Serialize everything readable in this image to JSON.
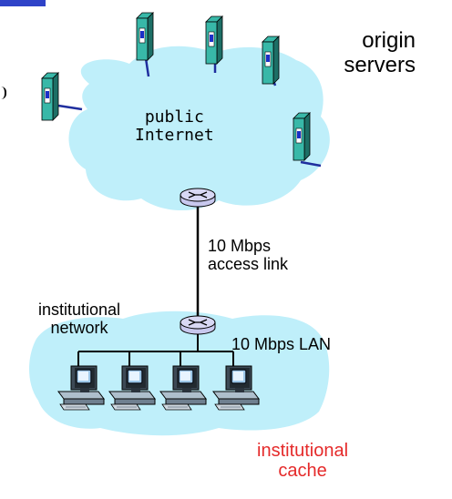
{
  "labels": {
    "origin_servers": [
      "origin",
      "servers"
    ],
    "public_internet": [
      "public",
      "Internet"
    ],
    "access_link": [
      "10 Mbps",
      "access link"
    ],
    "institutional_network": [
      "institutional",
      "network"
    ],
    "lan": "10 Mbps LAN",
    "institutional_cache": [
      "institutional",
      "cache"
    ]
  },
  "colors": {
    "cloud_fill": "#bfeffa",
    "server_body": "#38b8a8",
    "server_dark": "#1d6f66",
    "server_slot": "#1a2fc8",
    "link_blue": "#1f2e9e",
    "router_fill": "#c8c8ee",
    "cache_text": "#e52a2a",
    "top_edge": "#2f43c8"
  },
  "icons": {
    "server": "server-tower-icon",
    "router": "router-icon",
    "host": "desktop-computer-icon"
  }
}
